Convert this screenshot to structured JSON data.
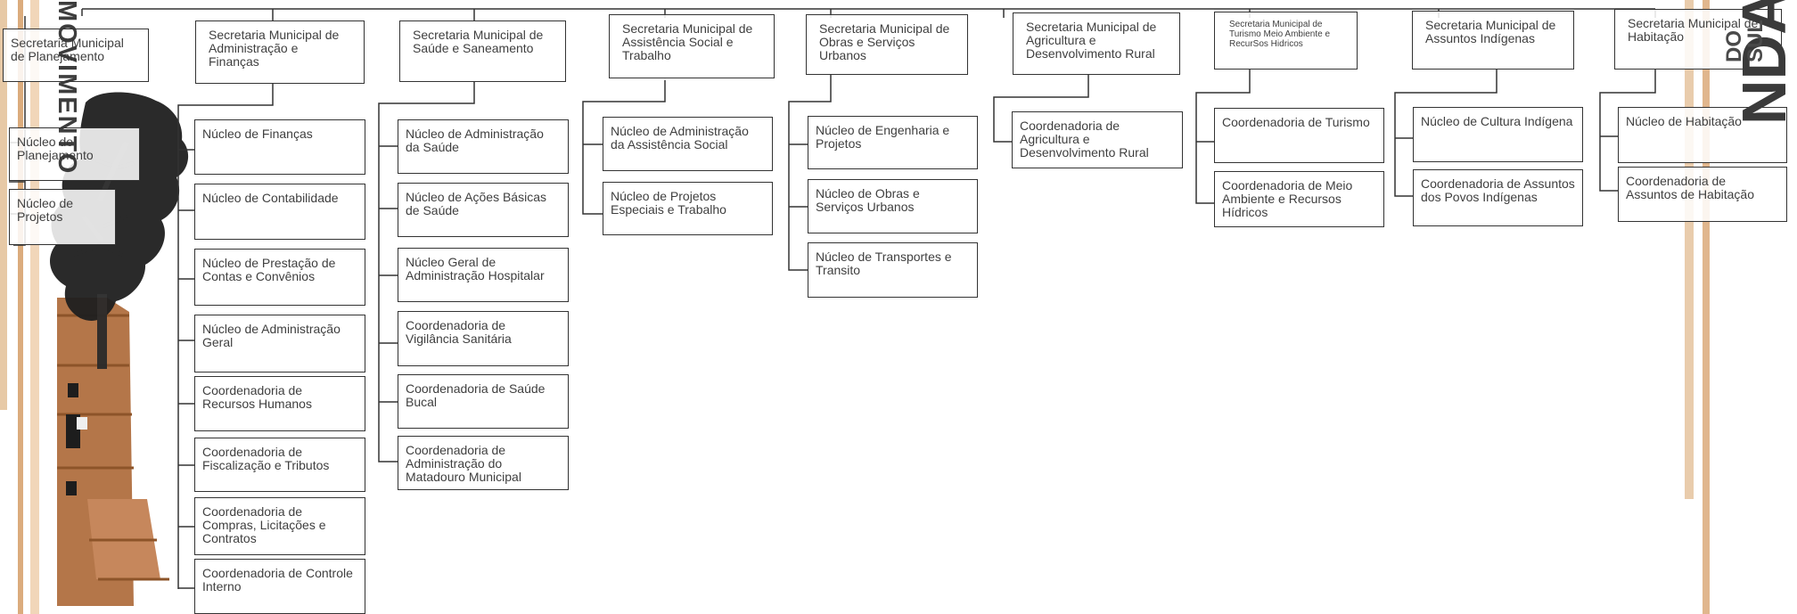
{
  "decor": {
    "left_vertical_text": "MOVIMENTO",
    "right_vertical_big": "NDA",
    "right_vertical_small": "DO SUL",
    "colors": {
      "line": "#333333",
      "text": "#3f3f3f",
      "accent": "#e3bf96",
      "tree": "#1f1f1f",
      "building": "#b06f3f"
    }
  },
  "org": {
    "left_nodes": [
      "Secretaria Municipal de Planejamento",
      "Núcleo de Planejamento",
      "Núcleo de Projetos"
    ],
    "top_secretarias": [
      "Secretaria Municipal de Administração e Finanças",
      "Secretaria Municipal de Saúde e Saneamento",
      "Secretaria Municipal de Assistência Social e Trabalho",
      "Secretaria Municipal de Obras e Serviços Urbanos",
      "Secretaria Municipal de Agricultura e Desenvolvimento Rural",
      "Secretaria Municipal de Turismo Meio Ambiente e RecurSos Hidricos",
      "Secretaria Municipal de Assuntos Indígenas",
      "Secretaria Municipal de Habitação"
    ],
    "finance_units": [
      "Núcleo de Finanças",
      "Núcleo de Contabilidade",
      "Núcleo de Prestação de Contas e Convênios",
      "Núcleo de Administração Geral",
      "Coordenadoria de Recursos Humanos",
      "Coordenadoria de Fiscalização e Tributos",
      "Coordenadoria de Compras, Licitações e Contratos",
      "Coordenadoria de Controle Interno"
    ],
    "health_units": [
      "Núcleo de Administração da Saúde",
      "Núcleo de Ações Básicas de Saúde",
      "Núcleo Geral de Administração Hospitalar",
      "Coordenadoria de Vigilância Sanitária",
      "Coordenadoria de Saúde Bucal",
      "Coordenadoria de Administração do Matadouro Municipal"
    ],
    "social_units": [
      "Núcleo de Administração da Assistência Social",
      "Núcleo de Projetos Especiais e Trabalho"
    ],
    "works_units": [
      "Núcleo de Engenharia e Projetos",
      "Núcleo de Obras e Serviços Urbanos",
      "Núcleo de Transportes e Transito"
    ],
    "agri_units": [
      "Coordenadoria de Agricultura e Desenvolvimento Rural"
    ],
    "tourism_units": [
      "Coordenadoria de Turismo",
      "Coordenadoria de Meio Ambiente e Recursos Hídricos"
    ],
    "indigenous_units": [
      "Núcleo de Cultura Indígena",
      "Coordenadoria de Assuntos dos Povos Indígenas"
    ],
    "housing_units": [
      "Núcleo de Habitação",
      "Coordenadoria de Assuntos de Habitação"
    ]
  }
}
